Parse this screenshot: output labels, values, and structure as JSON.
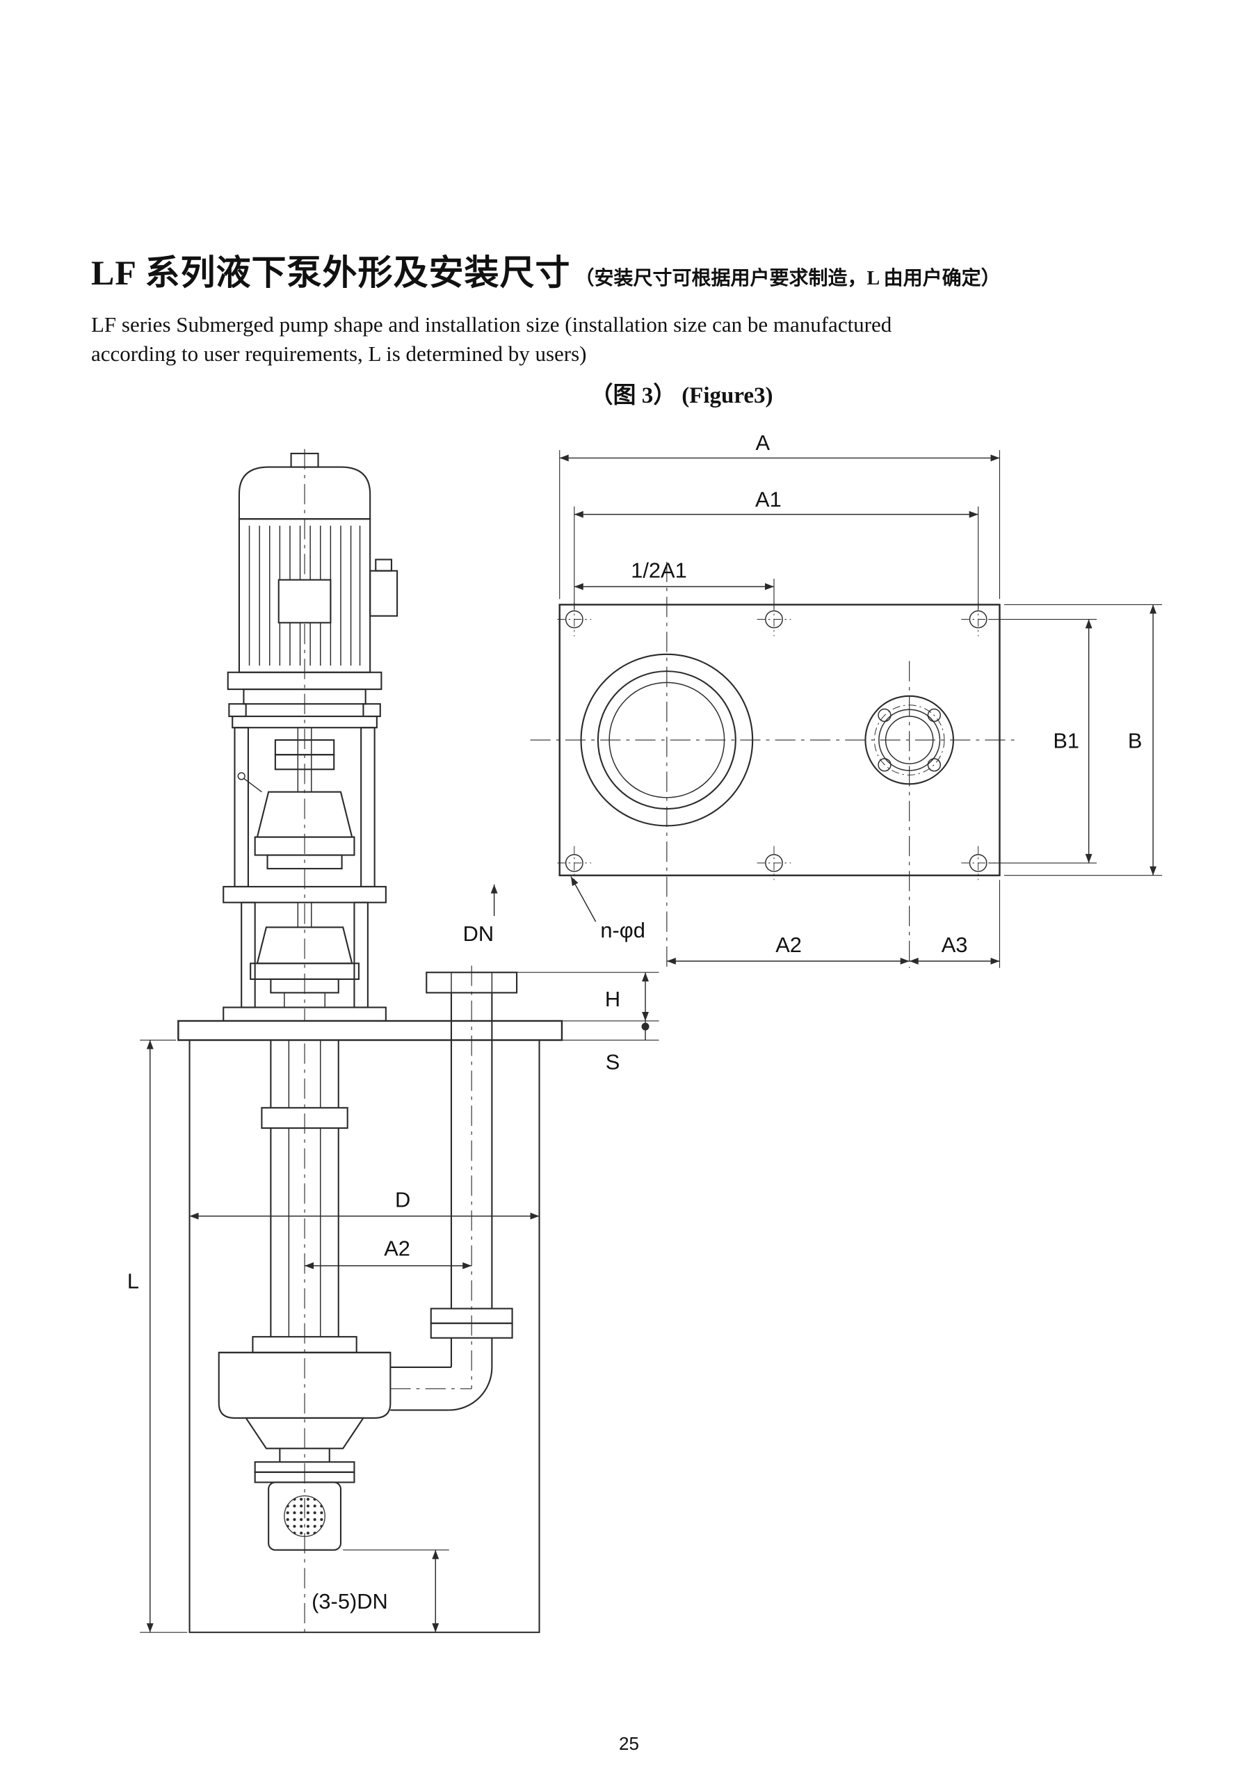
{
  "page": {
    "number": "25"
  },
  "header": {
    "title_zh": "LF 系列液下泵外形及安装尺寸",
    "title_note": "（安装尺寸可根据用户要求制造，L 由用户确定）",
    "subtitle_line1": "LF series Submerged pump shape and installation size (installation size can be manufactured",
    "subtitle_line2": "according to user requirements, L is determined by users)",
    "figure_caption_zh": "（图 3）",
    "figure_caption_en": "(Figure3)"
  },
  "colors": {
    "ink": "#111111",
    "line": "#2b2b2b",
    "paper": "#ffffff"
  },
  "diagram": {
    "plan": {
      "dim_a": "A",
      "dim_a1": "A1",
      "dim_half_a1": "1/2A1",
      "dim_b1": "B1",
      "dim_b": "B",
      "bolt_holes_note": "n-φd",
      "dim_a2": "A2",
      "dim_a3": "A3"
    },
    "elevation": {
      "discharge_dn": "DN",
      "dim_h": "H",
      "dim_s": "S",
      "dim_d": "D",
      "dim_a2": "A2",
      "dim_l": "L",
      "bottom_clearance": "(3-5)DN"
    }
  }
}
